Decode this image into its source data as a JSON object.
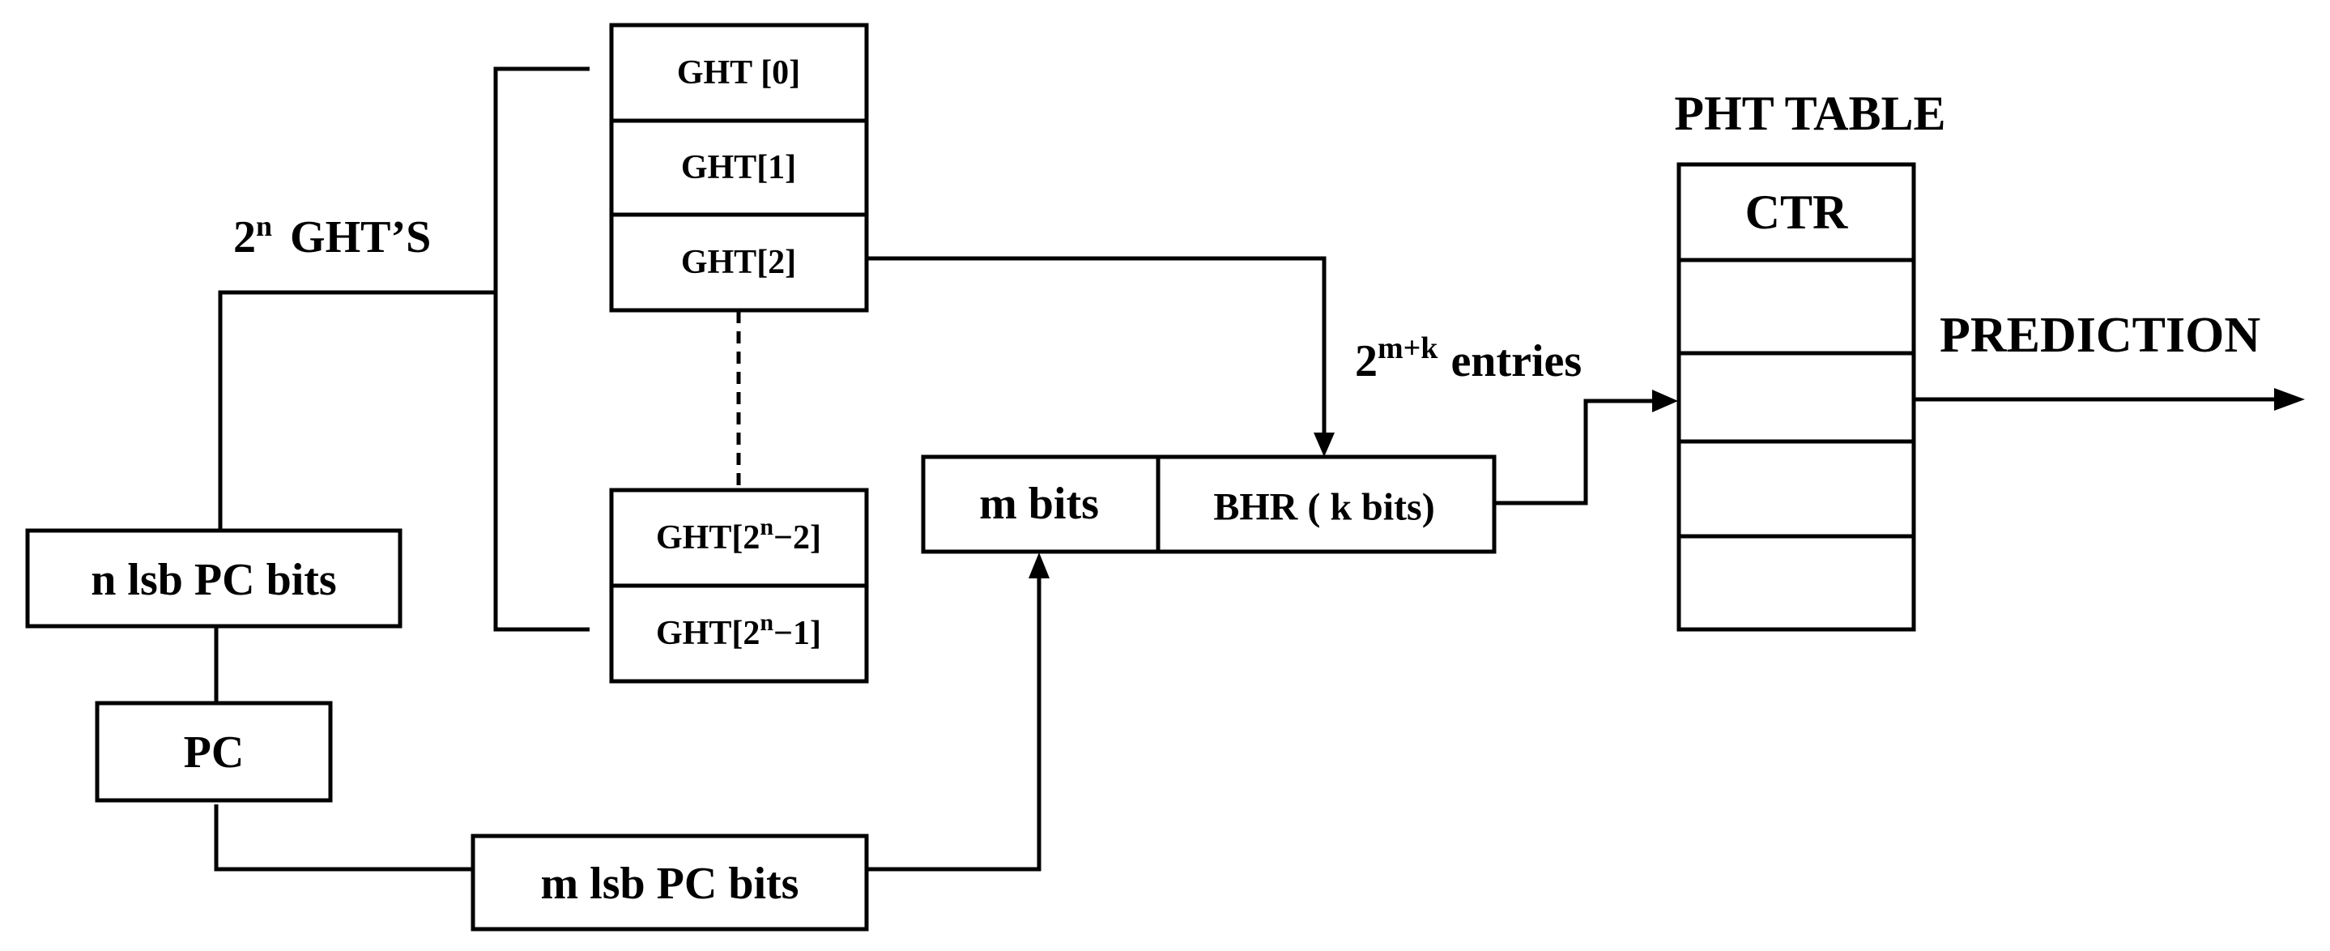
{
  "diagram": {
    "ght_tables": [
      {
        "base": "GHT",
        "mid": "[0]",
        "sup": "",
        "tail": ""
      },
      {
        "base": "GHT",
        "mid": "[1]",
        "sup": "",
        "tail": ""
      },
      {
        "base": "GHT",
        "mid": "[2]",
        "sup": "",
        "tail": ""
      },
      {
        "base": "GHT",
        "mid": "[2",
        "sup": "n",
        "tail": "−2]"
      },
      {
        "base": "GHT",
        "mid": "[2",
        "sup": "n",
        "tail": "−1]"
      }
    ],
    "ght_count_label": {
      "base": "2",
      "sup": "n",
      "tail": "GHT’S"
    },
    "n_lsb_box": "n lsb PC bits",
    "pc_box": "PC",
    "m_lsb_box": "m lsb PC bits",
    "index_register": {
      "m_bits": "m bits",
      "bhr": "BHR ( k bits)"
    },
    "entries_label": {
      "base": "2",
      "sup": "m+k",
      "tail": "entries"
    },
    "pht": {
      "title": "PHT TABLE",
      "header": "CTR",
      "empty_rows": 4
    },
    "prediction_label": "PREDICTION"
  }
}
